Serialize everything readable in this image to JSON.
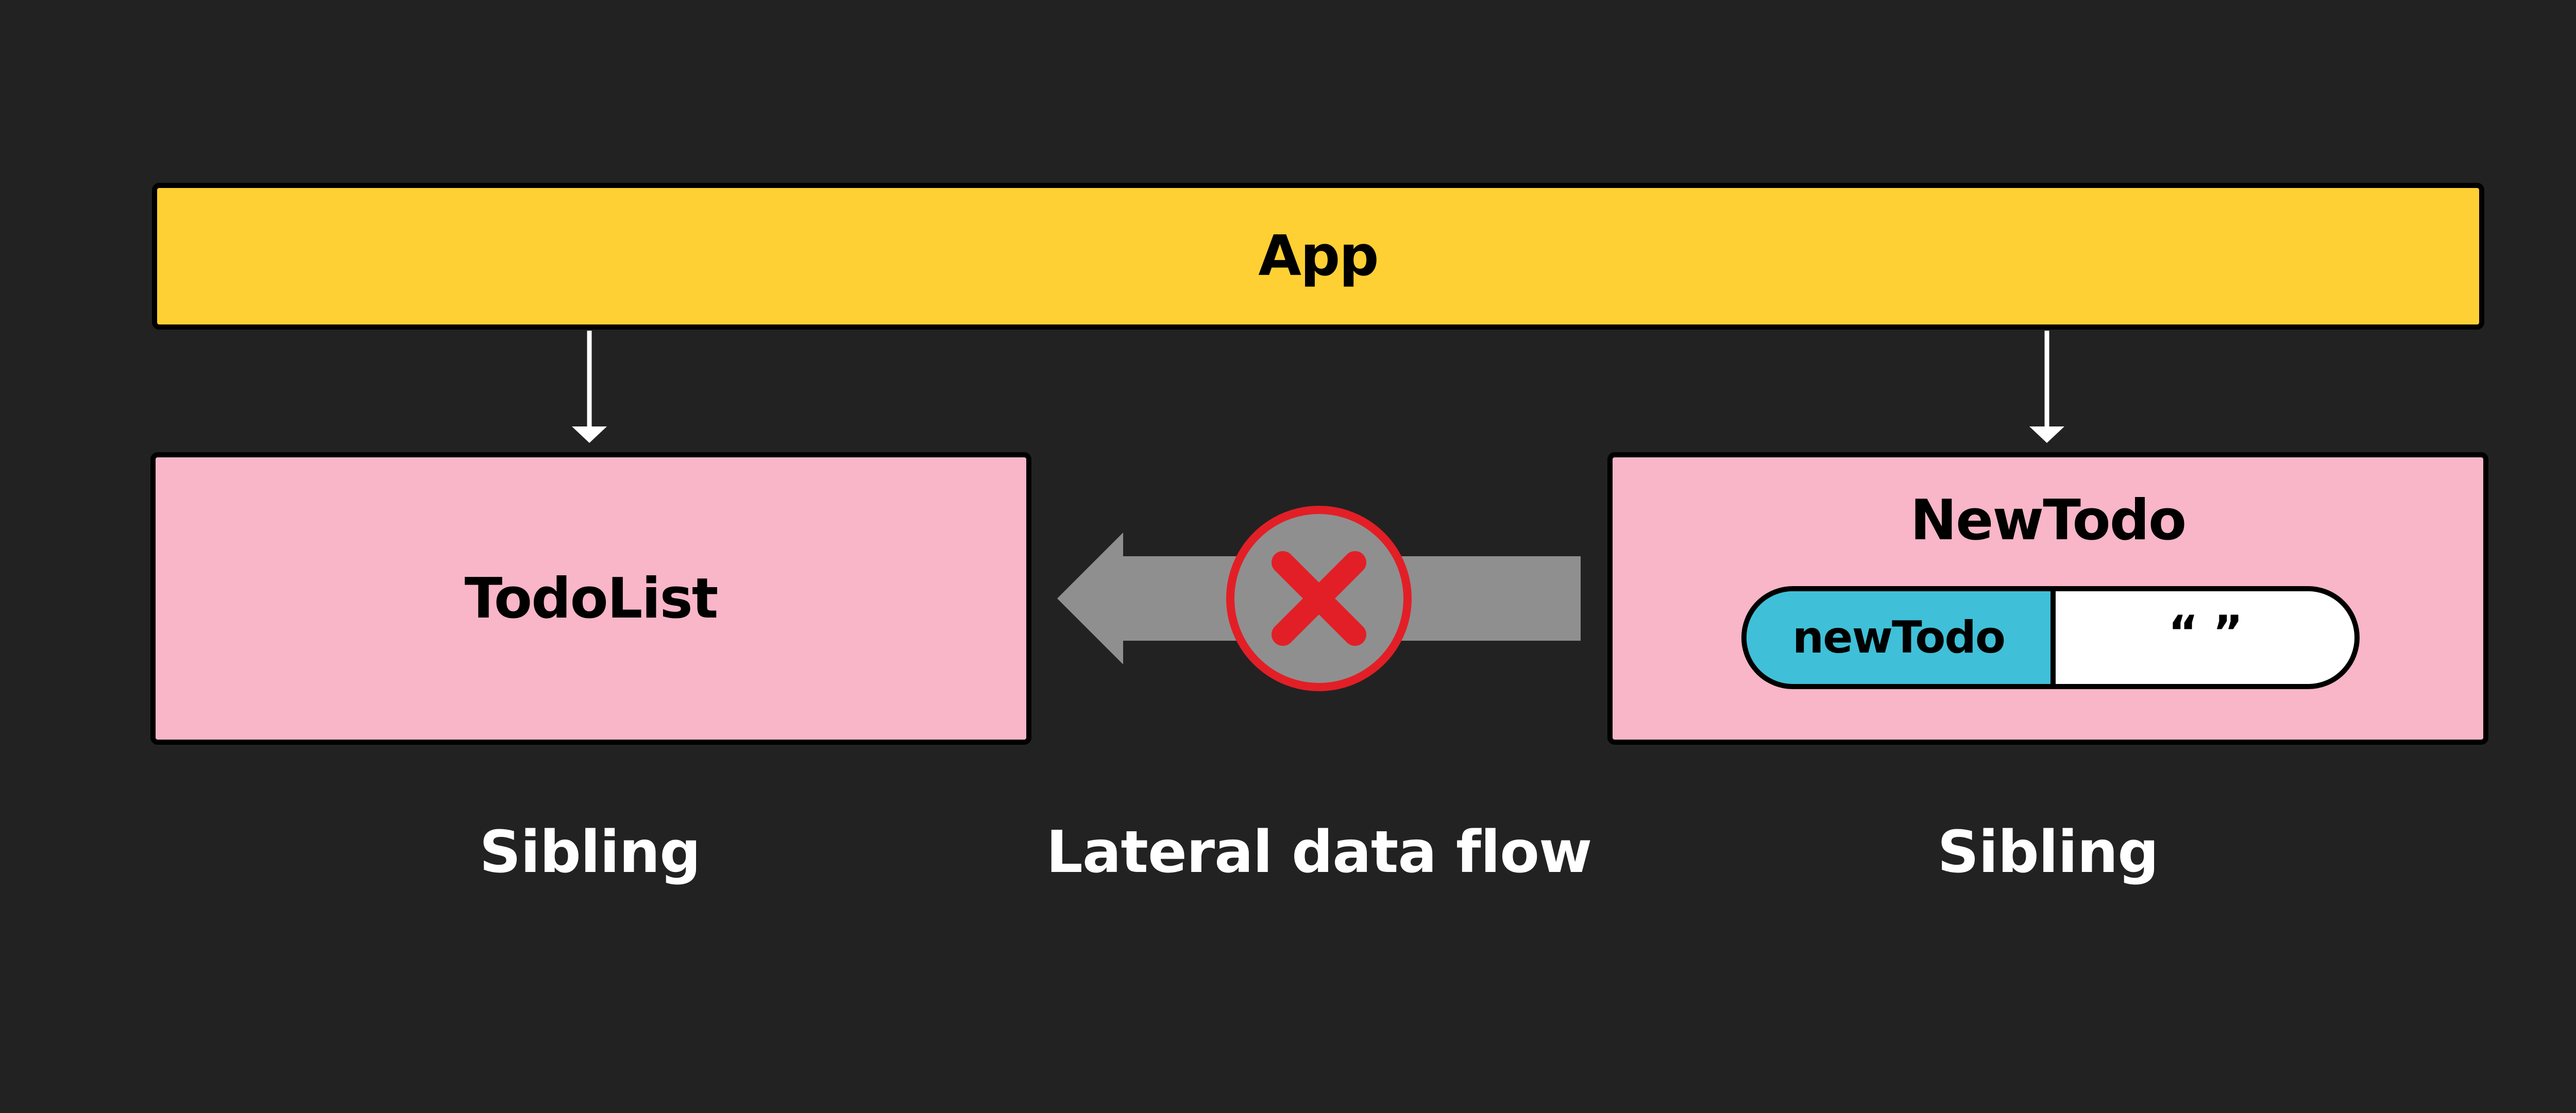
{
  "nodes": {
    "app": {
      "label": "App"
    },
    "todolist": {
      "label": "TodoList"
    },
    "newtodo": {
      "label": "NewTodo",
      "state": {
        "key": "newTodo",
        "value": "“ ”"
      }
    }
  },
  "captions": {
    "left": "Sibling",
    "middle": "Lateral data flow",
    "right": "Sibling"
  },
  "colors": {
    "background": "#222222",
    "app_fill": "#FFD033",
    "component_fill": "#F8B6C8",
    "state_key_fill": "#3FC0D8",
    "blocked_arrow": "#8F8F8F",
    "blocked_marker": "#E21F26"
  },
  "icons": {
    "blocked": "x-circle-icon"
  }
}
